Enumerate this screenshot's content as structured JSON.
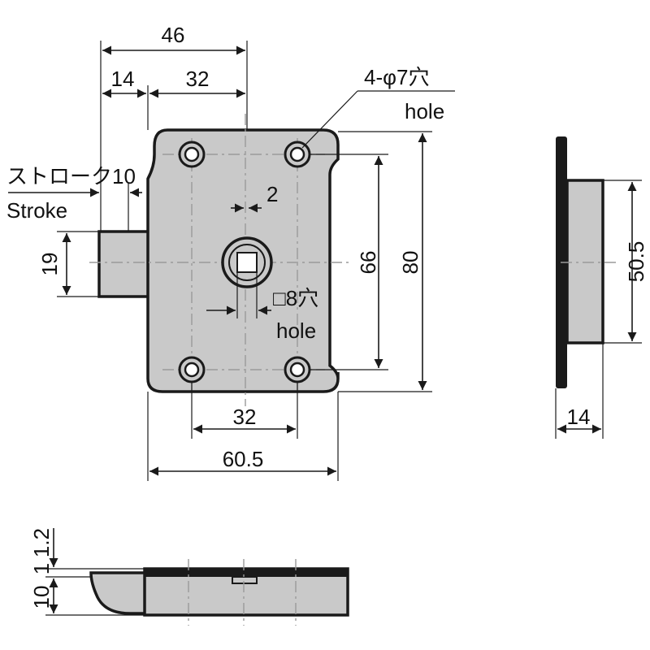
{
  "colors": {
    "body_fill": "#c9c9c9",
    "outline": "#1a1a1a",
    "line": "#1a1a1a",
    "center_line": "#9a9a9a",
    "background": "#ffffff"
  },
  "labels": {
    "width_total": "46",
    "width_bolt": "14",
    "width_hole_offset": "32",
    "hole_note_jp": "4-φ7穴",
    "hole_note_en": "hole",
    "stroke_jp": "ストローク10",
    "stroke_en": "Stroke",
    "offset_2": "2",
    "bolt_height": "19",
    "hole_pitch_v": "66",
    "body_height": "80",
    "square_hole_jp": "□8穴",
    "square_hole_en": "hole",
    "hole_pitch_h": "32",
    "body_width": "60.5",
    "side_height": "50.5",
    "side_depth": "14",
    "bottom_dim_1": "1",
    "bottom_dim_2": "1.2",
    "bottom_dim_10": "10"
  }
}
